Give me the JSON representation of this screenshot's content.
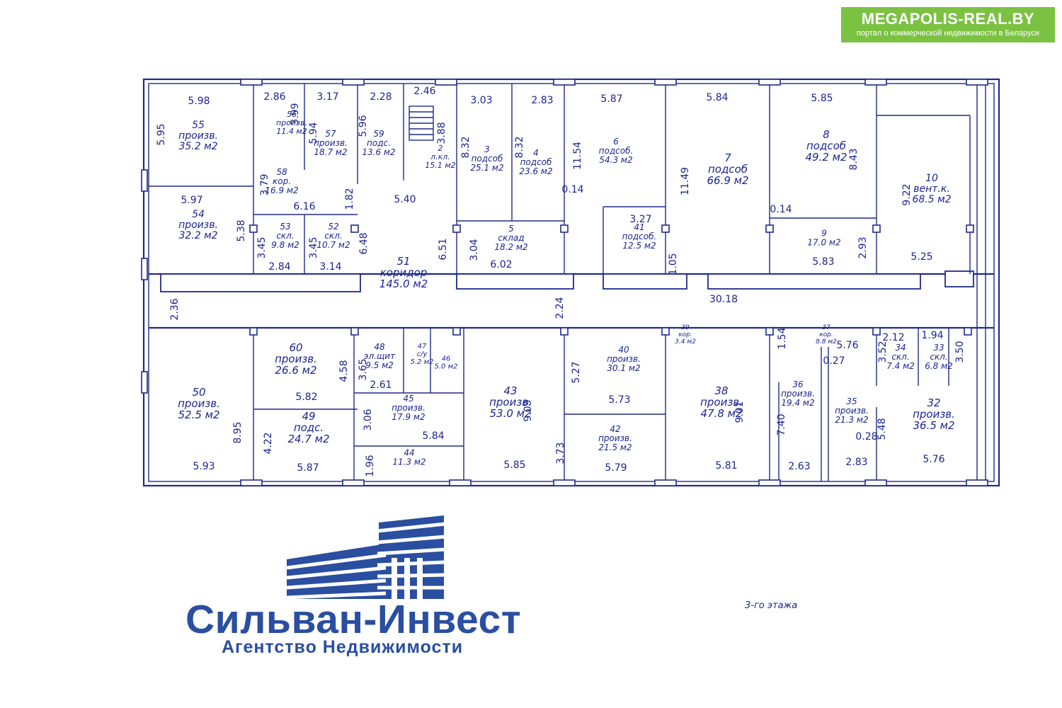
{
  "badge": {
    "title": "MEGAPOLIS-REAL.BY",
    "subtitle": "портал о коммерческой недвижимости в Беларуси"
  },
  "floor_label": "3-го этажа",
  "logo": {
    "name": "Сильван-Инвест",
    "subtitle": "Агентство Недвижимости"
  },
  "colors": {
    "plan_ink": "#1c2590",
    "logo_blue": "#2a4ea0",
    "badge_green": "#7cc242"
  },
  "rooms": [
    {
      "num": "55",
      "type": "произв.",
      "area": "35.2 м2"
    },
    {
      "num": "56",
      "type": "произв.",
      "area": "11.4 м2"
    },
    {
      "num": "57",
      "type": "произв.",
      "area": "18.7 м2"
    },
    {
      "num": "59",
      "type": "подс.",
      "area": "13.6 м2"
    },
    {
      "num": "2",
      "type": "л.кл.",
      "area": "15.1 м2"
    },
    {
      "num": "3",
      "type": "подсоб",
      "area": "25.1 м2"
    },
    {
      "num": "4",
      "type": "подсоб",
      "area": "23.6 м2"
    },
    {
      "num": "6",
      "type": "подсоб.",
      "area": "54.3 м2"
    },
    {
      "num": "7",
      "type": "подсоб",
      "area": "66.9 м2"
    },
    {
      "num": "8",
      "type": "подсоб",
      "area": "49.2 м2"
    },
    {
      "num": "10",
      "type": "вент.к.",
      "area": "68.5 м2"
    },
    {
      "num": "58",
      "type": "кор.",
      "area": "16.9 м2"
    },
    {
      "num": "54",
      "type": "произв.",
      "area": "32.2 м2"
    },
    {
      "num": "53",
      "type": "скл.",
      "area": "9.8 м2"
    },
    {
      "num": "52",
      "type": "скл.",
      "area": "10.7 м2"
    },
    {
      "num": "5",
      "type": "склад",
      "area": "18.2 м2"
    },
    {
      "num": "41",
      "type": "подсоб.",
      "area": "12.5 м2"
    },
    {
      "num": "9",
      "type": "",
      "area": "17.0 м2"
    },
    {
      "num": "51",
      "type": "коридор",
      "area": "145.0 м2"
    },
    {
      "num": "60",
      "type": "произв.",
      "area": "26.6 м2"
    },
    {
      "num": "48",
      "type": "эл.щит",
      "area": "9.5 м2"
    },
    {
      "num": "47",
      "type": "с/у",
      "area": "5.2 м2"
    },
    {
      "num": "46",
      "type": "",
      "area": "5.0 м2"
    },
    {
      "num": "40",
      "type": "произв.",
      "area": "30.1 м2"
    },
    {
      "num": "39",
      "type": "кор.",
      "area": "3.4 м2"
    },
    {
      "num": "37",
      "type": "кор.",
      "area": "8.8 м2"
    },
    {
      "num": "34",
      "type": "скл.",
      "area": "7.4 м2"
    },
    {
      "num": "33",
      "type": "скл.",
      "area": "6.8 м2"
    },
    {
      "num": "50",
      "type": "произв.",
      "area": "52.5 м2"
    },
    {
      "num": "49",
      "type": "подс.",
      "area": "24.7 м2"
    },
    {
      "num": "45",
      "type": "произв.",
      "area": "17.9 м2"
    },
    {
      "num": "44",
      "type": "",
      "area": "11.3 м2"
    },
    {
      "num": "43",
      "type": "произв.",
      "area": "53.0 м2"
    },
    {
      "num": "42",
      "type": "произв.",
      "area": "21.5 м2"
    },
    {
      "num": "38",
      "type": "произв.",
      "area": "47.8 м2"
    },
    {
      "num": "36",
      "type": "произв.",
      "area": "19.4 м2"
    },
    {
      "num": "35",
      "type": "произв.",
      "area": "21.3 м2"
    },
    {
      "num": "32",
      "type": "произв.",
      "area": "36.5 м2"
    }
  ],
  "dimensions": [
    "5.98",
    "2.86",
    "3.17",
    "2.28",
    "2.46",
    "3.03",
    "2.83",
    "5.87",
    "5.84",
    "5.85",
    "5.95",
    "3.99",
    "5.94",
    "5.96",
    "3.88",
    "8.32",
    "8.32",
    "11.54",
    "11.49",
    "8.43",
    "9.22",
    "3.79",
    "5.97",
    "5.40",
    "6.16",
    "1.82",
    "0.14",
    "3.27",
    "0.14",
    "5.38",
    "3.45",
    "3.45",
    "6.48",
    "6.51",
    "3.04",
    "2.93",
    "5.25",
    "1.05",
    "2.84",
    "3.14",
    "6.02",
    "5.83",
    "2.36",
    "2.24",
    "30.18",
    "3.65",
    "4.58",
    "5.27",
    "1.54",
    "5.76",
    "2.12",
    "1.94",
    "3.52",
    "3.50",
    "0.27",
    "5.82",
    "2.61",
    "8.95",
    "3.06",
    "5.84",
    "9.09",
    "5.73",
    "9.01",
    "7.40",
    "5.48",
    "0.28",
    "4.22",
    "3.73",
    "5.93",
    "5.87",
    "1.96",
    "5.85",
    "5.79",
    "5.81",
    "2.63",
    "2.83",
    "5.76"
  ]
}
